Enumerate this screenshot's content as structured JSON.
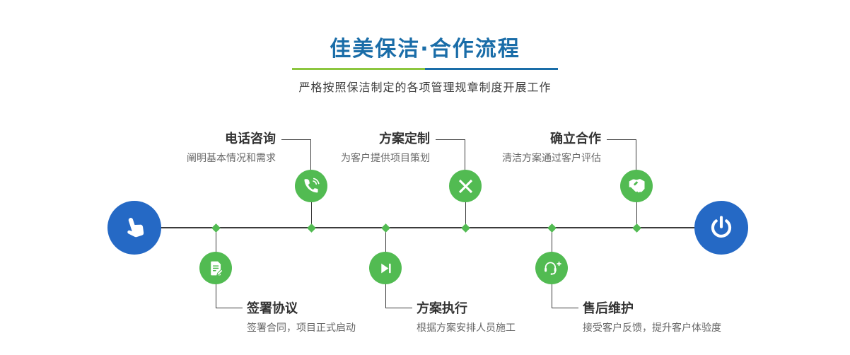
{
  "page": {
    "title": "佳美保洁·合作流程",
    "subtitle": "严格按照保洁制定的各项管理规章制度开展工作"
  },
  "colors": {
    "title_blue": "#1a6da8",
    "node_green": "#52bb52",
    "endpoint_blue": "#2569c5",
    "divider_green": "#8cc63f",
    "divider_blue": "#1a6da8",
    "line_dark": "#3b3b3b"
  },
  "timeline": {
    "start_icon": "hand-pointer-icon",
    "end_icon": "power-icon",
    "top_steps": [
      {
        "title": "电话咨询",
        "desc": "阐明基本情况和需求",
        "icon": "phone-call-icon"
      },
      {
        "title": "方案定制",
        "desc": "为客户提供项目策划",
        "icon": "design-tools-icon"
      },
      {
        "title": "确立合作",
        "desc": "清洁方案通过客户评估",
        "icon": "handshake-icon"
      }
    ],
    "bottom_steps": [
      {
        "title": "签署协议",
        "desc": "签署合同，项目正式启动",
        "icon": "contract-sign-icon"
      },
      {
        "title": "方案执行",
        "desc": "根据方案安排人员施工",
        "icon": "play-execute-icon"
      },
      {
        "title": "售后维护",
        "desc": "接受客户反馈，提升客户体验度",
        "icon": "customer-service-icon"
      }
    ]
  }
}
